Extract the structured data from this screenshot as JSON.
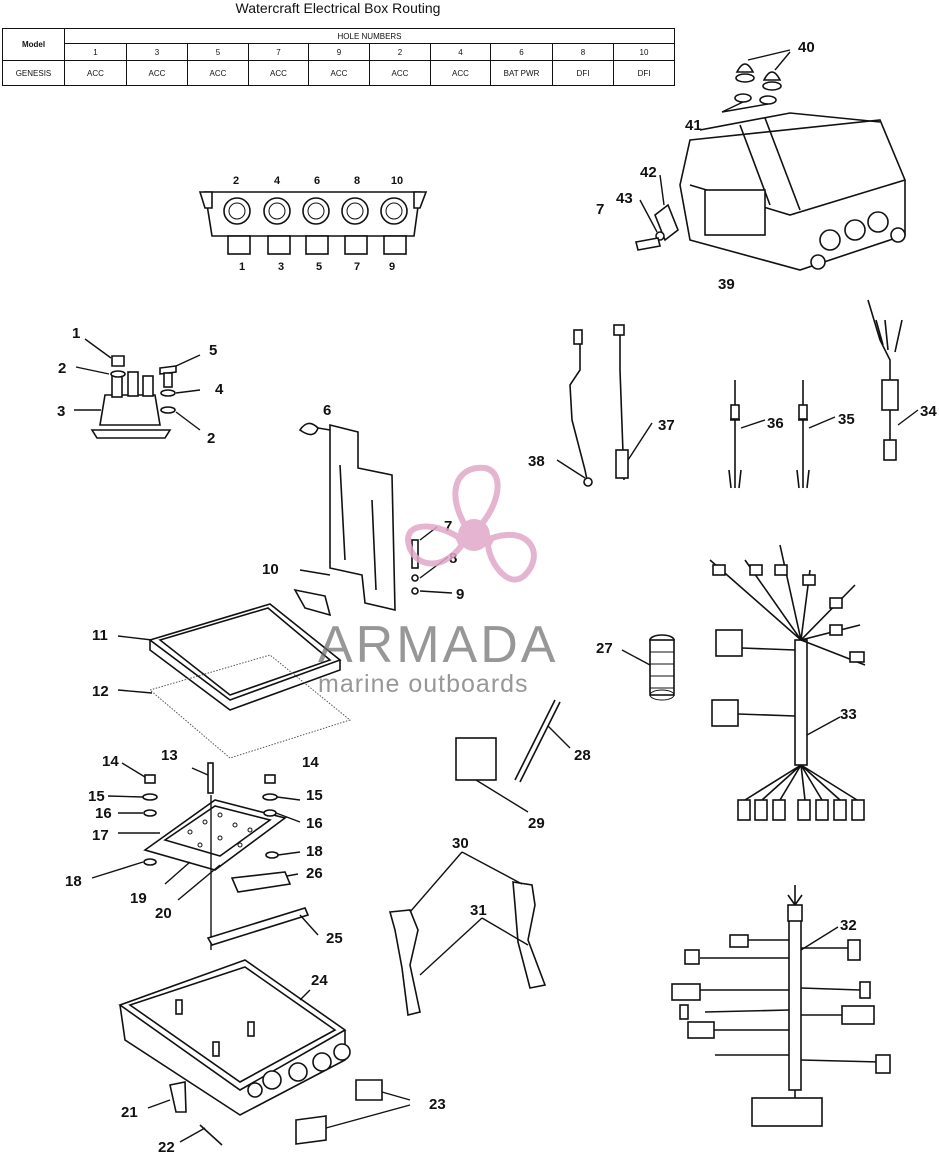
{
  "title": "Watercraft Electrical Box Routing",
  "routing_table": {
    "model_header": "Model",
    "hole_numbers_header": "HOLE NUMBERS",
    "holes": [
      "1",
      "3",
      "5",
      "7",
      "9",
      "2",
      "4",
      "6",
      "8",
      "10"
    ],
    "model": "GENESIS",
    "values": [
      "ACC",
      "ACC",
      "ACC",
      "ACC",
      "ACC",
      "ACC",
      "ACC",
      "BAT PWR",
      "DFI",
      "DFI"
    ]
  },
  "hole_diagram": {
    "top_labels": [
      "2",
      "4",
      "6",
      "8",
      "10"
    ],
    "bottom_labels": [
      "1",
      "3",
      "5",
      "7",
      "9"
    ]
  },
  "callouts": [
    {
      "id": "c40",
      "text": "40"
    },
    {
      "id": "c41",
      "text": "41"
    },
    {
      "id": "c42",
      "text": "42"
    },
    {
      "id": "c43",
      "text": "43"
    },
    {
      "id": "c7a",
      "text": "7"
    },
    {
      "id": "c39",
      "text": "39"
    },
    {
      "id": "c1",
      "text": "1"
    },
    {
      "id": "c2a",
      "text": "2"
    },
    {
      "id": "c3",
      "text": "3"
    },
    {
      "id": "c5",
      "text": "5"
    },
    {
      "id": "c4",
      "text": "4"
    },
    {
      "id": "c2b",
      "text": "2"
    },
    {
      "id": "c6",
      "text": "6"
    },
    {
      "id": "c7b",
      "text": "7"
    },
    {
      "id": "c8",
      "text": "8"
    },
    {
      "id": "c9",
      "text": "9"
    },
    {
      "id": "c10",
      "text": "10"
    },
    {
      "id": "c11",
      "text": "11"
    },
    {
      "id": "c12",
      "text": "12"
    },
    {
      "id": "c13",
      "text": "13"
    },
    {
      "id": "c14a",
      "text": "14"
    },
    {
      "id": "c14b",
      "text": "14"
    },
    {
      "id": "c15a",
      "text": "15"
    },
    {
      "id": "c15b",
      "text": "15"
    },
    {
      "id": "c16a",
      "text": "16"
    },
    {
      "id": "c16b",
      "text": "16"
    },
    {
      "id": "c17",
      "text": "17"
    },
    {
      "id": "c18a",
      "text": "18"
    },
    {
      "id": "c18b",
      "text": "18"
    },
    {
      "id": "c19",
      "text": "19"
    },
    {
      "id": "c20",
      "text": "20"
    },
    {
      "id": "c26",
      "text": "26"
    },
    {
      "id": "c25",
      "text": "25"
    },
    {
      "id": "c24",
      "text": "24"
    },
    {
      "id": "c21",
      "text": "21"
    },
    {
      "id": "c22",
      "text": "22"
    },
    {
      "id": "c23",
      "text": "23"
    },
    {
      "id": "c27",
      "text": "27"
    },
    {
      "id": "c28",
      "text": "28"
    },
    {
      "id": "c29",
      "text": "29"
    },
    {
      "id": "c30",
      "text": "30"
    },
    {
      "id": "c31",
      "text": "31"
    },
    {
      "id": "c32",
      "text": "32"
    },
    {
      "id": "c33",
      "text": "33"
    },
    {
      "id": "c34",
      "text": "34"
    },
    {
      "id": "c35",
      "text": "35"
    },
    {
      "id": "c36",
      "text": "36"
    },
    {
      "id": "c37",
      "text": "37"
    },
    {
      "id": "c38",
      "text": "38"
    }
  ],
  "watermark": {
    "brand": "ARMADA",
    "tagline": "marine outboards",
    "color": "#e0a8c8"
  }
}
